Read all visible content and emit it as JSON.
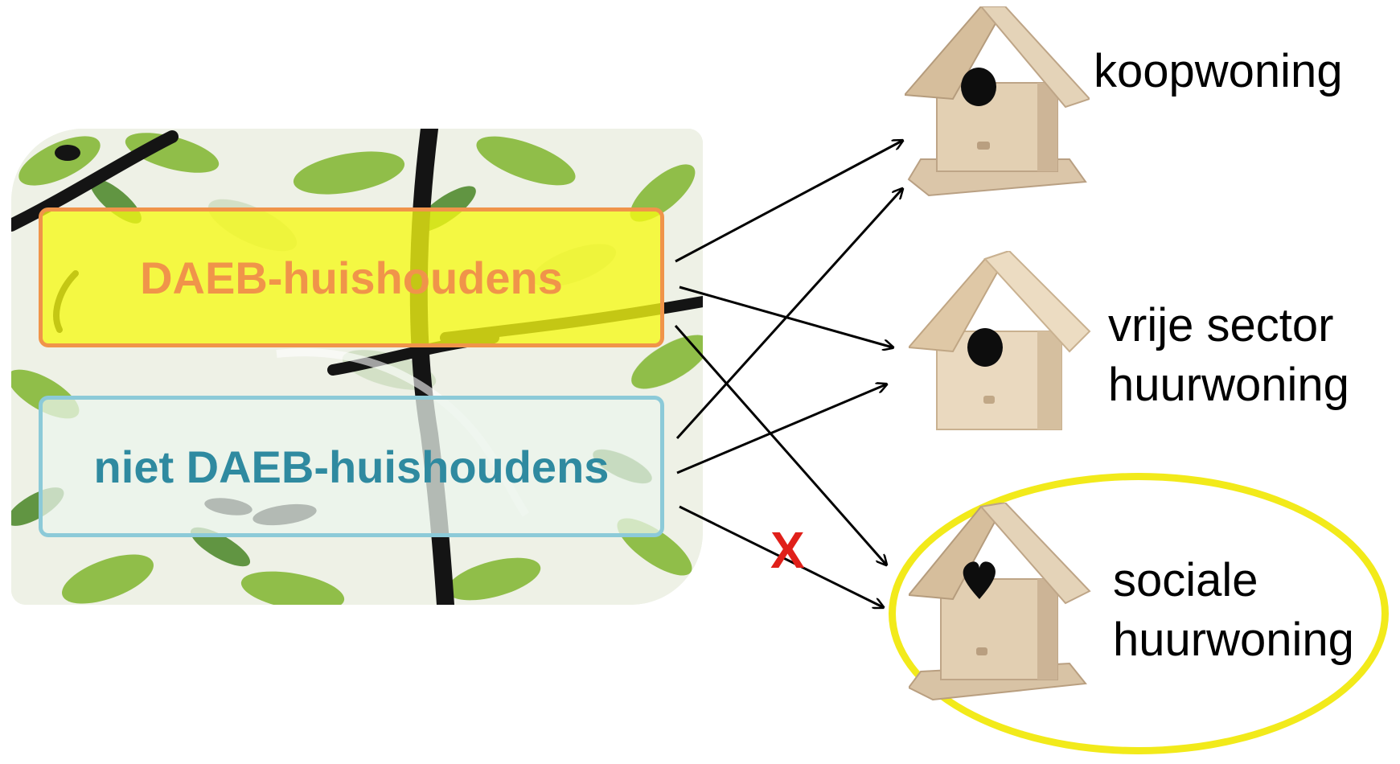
{
  "groups": {
    "daeb": "DAEB-huishoudens",
    "niet_daeb": "niet DAEB-huishoudens"
  },
  "housing_types": {
    "koopwoning": "koopwoning",
    "vrije_sector": "vrije sector\nhuurwoning",
    "sociale": "sociale\nhuurwoning"
  },
  "blocked_marker": "X",
  "colors": {
    "daeb_border": "#f0944a",
    "daeb_fill": "#f6fa14",
    "niet_daeb_border": "#8ccad8",
    "niet_daeb_text": "#2f8aa0",
    "highlight": "#f2ea1a",
    "cross": "#e0201a"
  }
}
